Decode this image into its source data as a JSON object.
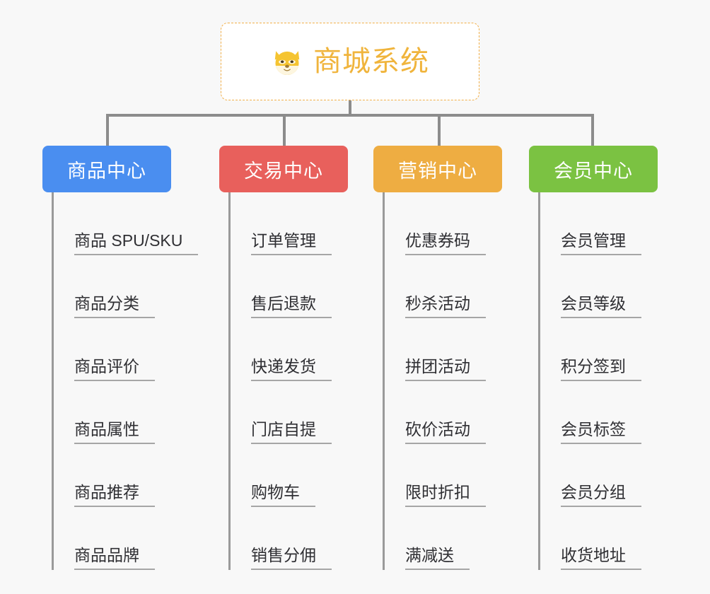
{
  "page": {
    "background": "#f8f8f8",
    "connector_color": "#8c8c8c",
    "spine_color": "#9a9a9a"
  },
  "root": {
    "icon": "shiba-dog-face-emoji",
    "title": "商城系统",
    "border_color": "#f2b04a",
    "text_color": "#f0b43c"
  },
  "columns": [
    {
      "title": "商品中心",
      "color": "#4a8ef0",
      "items": [
        {
          "label": "商品 SPU/SKU"
        },
        {
          "label": "商品分类"
        },
        {
          "label": "商品评价"
        },
        {
          "label": "商品属性"
        },
        {
          "label": "商品推荐"
        },
        {
          "label": "商品品牌"
        }
      ]
    },
    {
      "title": "交易中心",
      "color": "#e8605c",
      "items": [
        {
          "label": "订单管理"
        },
        {
          "label": "售后退款"
        },
        {
          "label": "快递发货"
        },
        {
          "label": "门店自提"
        },
        {
          "label": "购物车"
        },
        {
          "label": "销售分佣"
        }
      ]
    },
    {
      "title": "营销中心",
      "color": "#eead42",
      "items": [
        {
          "label": "优惠券码"
        },
        {
          "label": "秒杀活动"
        },
        {
          "label": "拼团活动"
        },
        {
          "label": "砍价活动"
        },
        {
          "label": "限时折扣"
        },
        {
          "label": "满减送"
        }
      ]
    },
    {
      "title": "会员中心",
      "color": "#7bc242",
      "items": [
        {
          "label": "会员管理"
        },
        {
          "label": "会员等级"
        },
        {
          "label": "积分签到"
        },
        {
          "label": "会员标签"
        },
        {
          "label": "会员分组"
        },
        {
          "label": "收货地址"
        }
      ]
    }
  ]
}
